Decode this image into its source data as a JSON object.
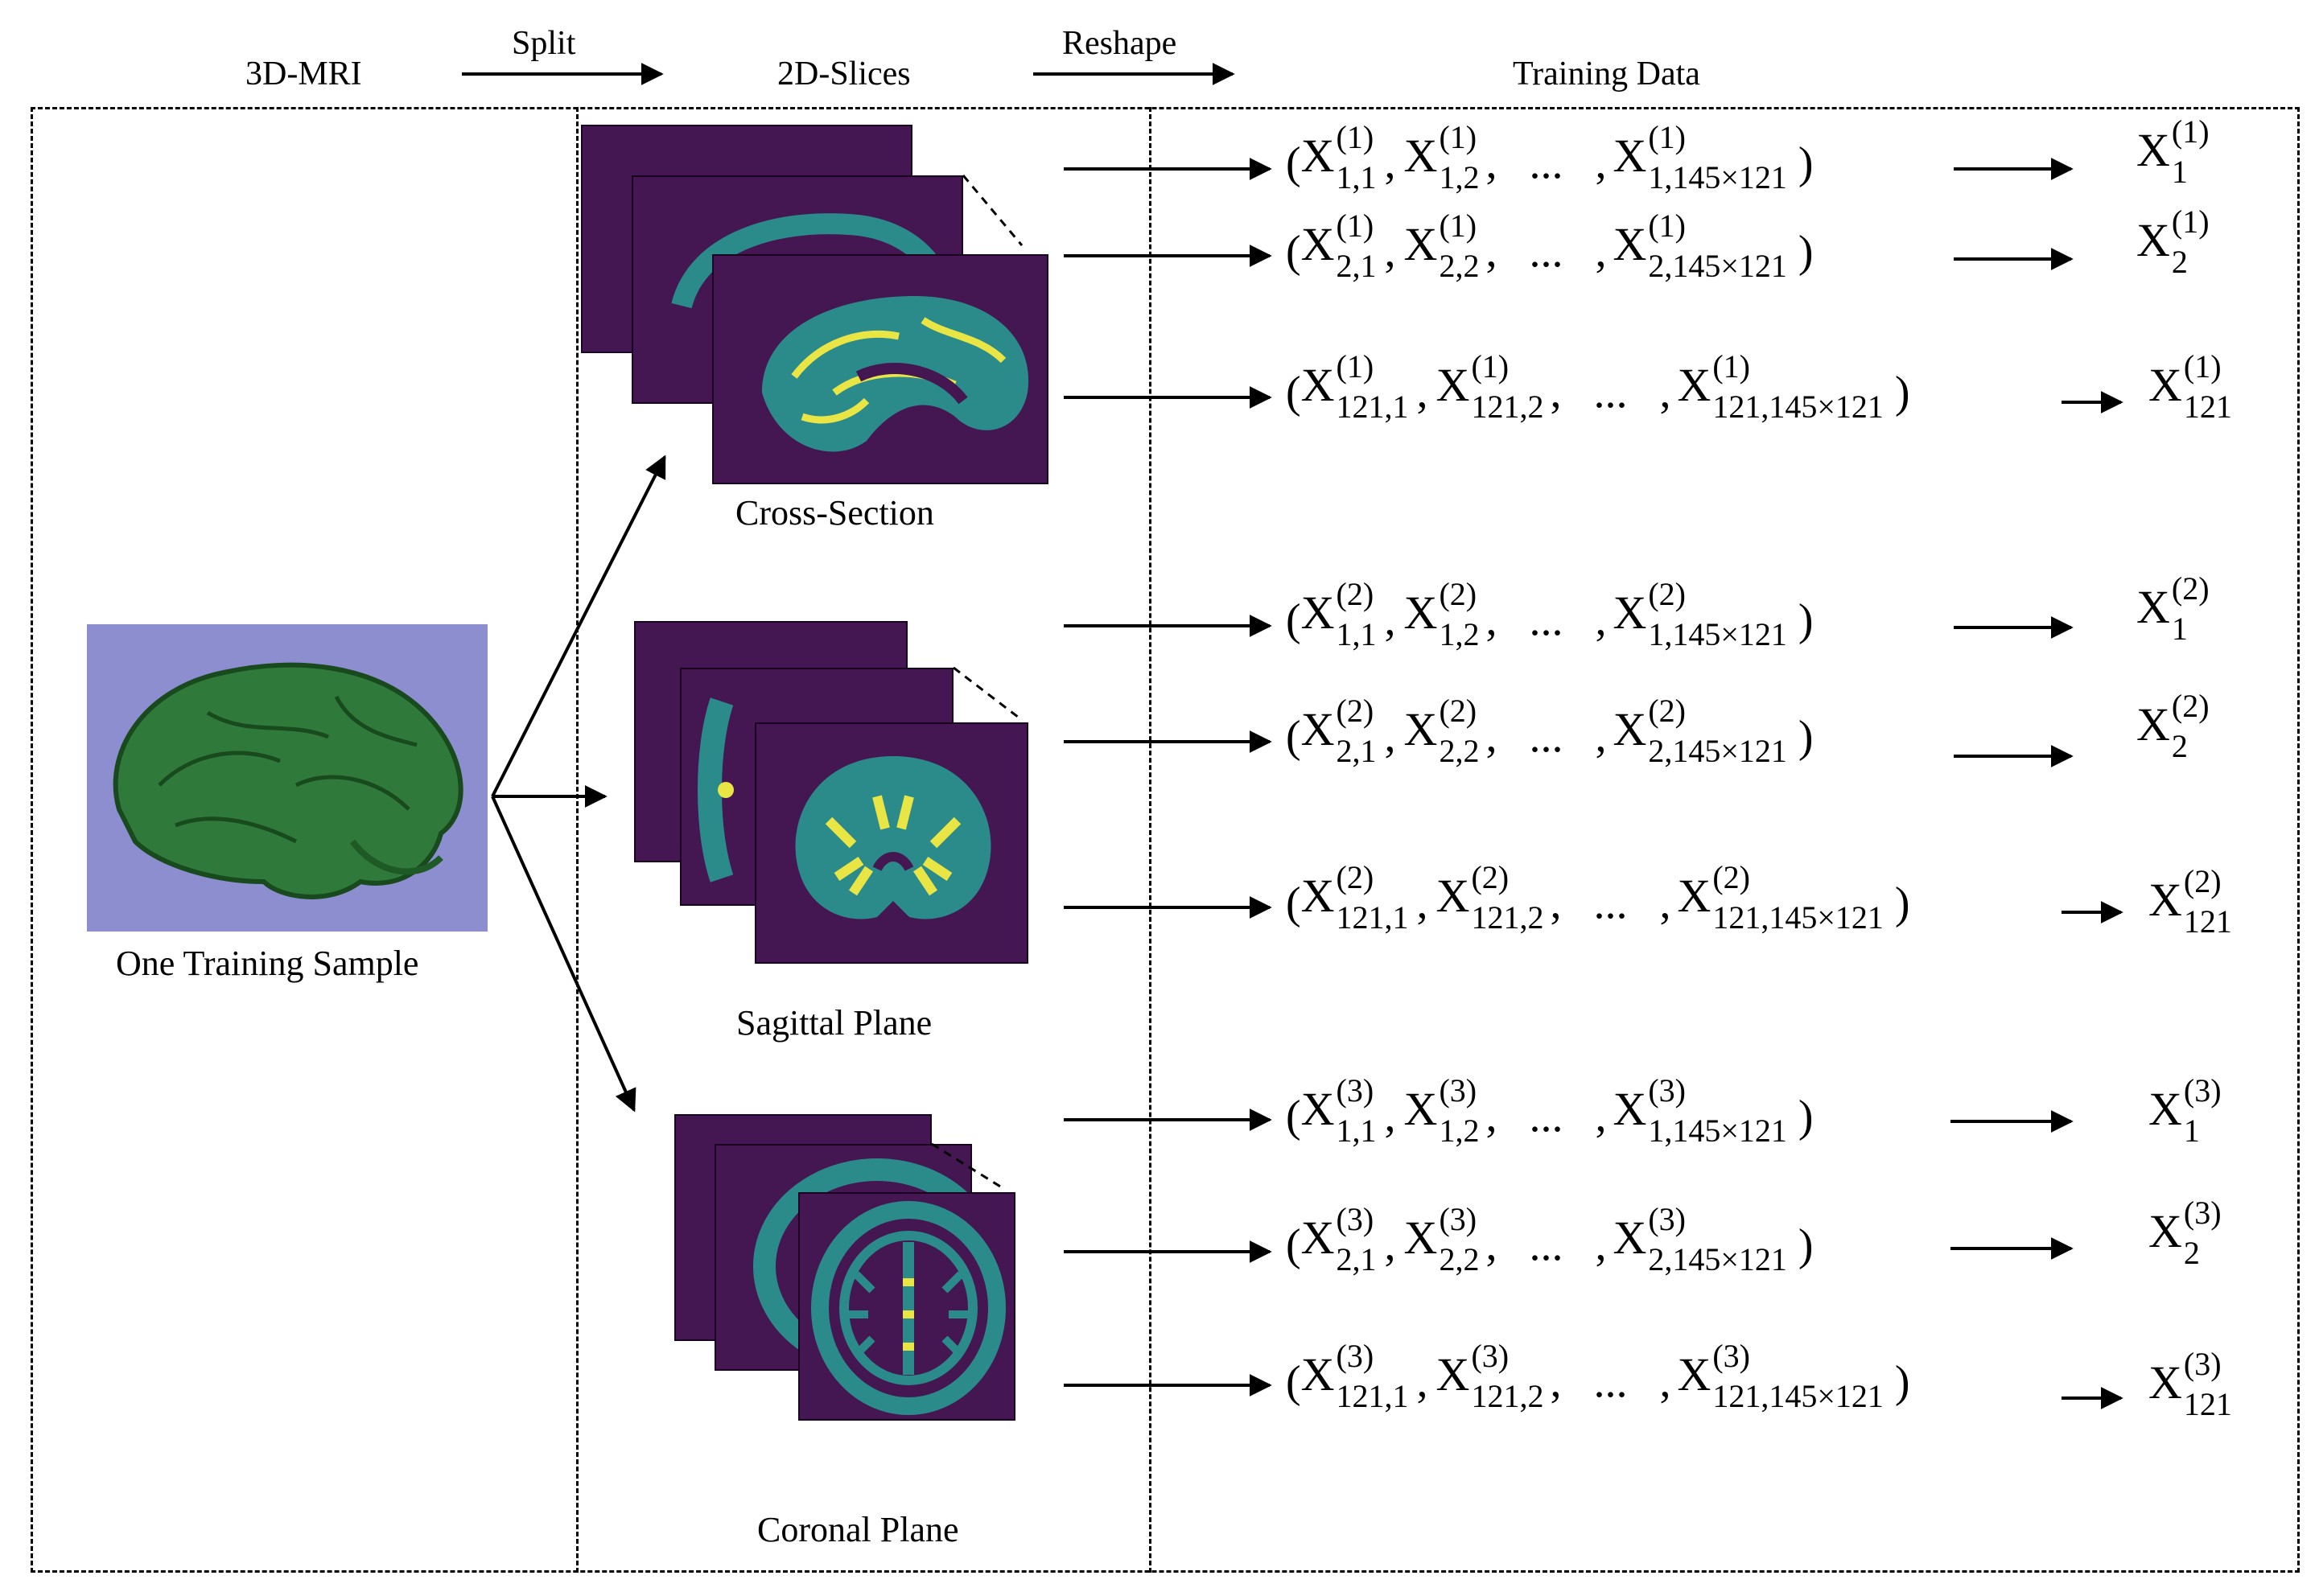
{
  "headers": {
    "mri": "3D-MRI",
    "split": "Split",
    "slices": "2D-Slices",
    "reshape": "Reshape",
    "training": "Training Data"
  },
  "captions": {
    "sample": "One Training Sample",
    "cross": "Cross-Section",
    "sagittal": "Sagittal Plane",
    "coronal": "Coronal Plane"
  },
  "symbols": {
    "open_paren": "(",
    "close_paren": ")",
    "comma": ",",
    "ellipsis": "...",
    "X": "X"
  },
  "groups": [
    {
      "sup": "(1)",
      "rows": [
        {
          "s1": "1,1",
          "s2": "1,2",
          "sn": "1,145×121",
          "out": "1"
        },
        {
          "s1": "2,1",
          "s2": "2,2",
          "sn": "2,145×121",
          "out": "2"
        },
        {
          "s1": "121,1",
          "s2": "121,2",
          "sn": "121,145×121",
          "out": "121"
        }
      ]
    },
    {
      "sup": "(2)",
      "rows": [
        {
          "s1": "1,1",
          "s2": "1,2",
          "sn": "1,145×121",
          "out": "1"
        },
        {
          "s1": "2,1",
          "s2": "2,2",
          "sn": "2,145×121",
          "out": "2"
        },
        {
          "s1": "121,1",
          "s2": "121,2",
          "sn": "121,145×121",
          "out": "121"
        }
      ]
    },
    {
      "sup": "(3)",
      "rows": [
        {
          "s1": "1,1",
          "s2": "1,2",
          "sn": "1,145×121",
          "out": "1"
        },
        {
          "s1": "2,1",
          "s2": "2,2",
          "sn": "2,145×121",
          "out": "2"
        },
        {
          "s1": "121,1",
          "s2": "121,2",
          "sn": "121,145×121",
          "out": "121"
        }
      ]
    }
  ],
  "colors": {
    "slice_bg": "#441752",
    "tissue": "#2b8b8a",
    "highlight": "#e8e545",
    "brain_green": "#2f7a3a",
    "sample_bg": "#8c8ecf"
  }
}
